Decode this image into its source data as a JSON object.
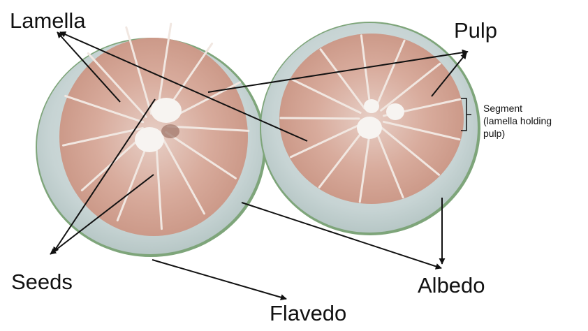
{
  "labels": {
    "lamella": "Lamella",
    "pulp": "Pulp",
    "segment_line1": "Segment",
    "segment_line2": "(lamella holding",
    "segment_line3": "pulp)",
    "seeds": "Seeds",
    "albedo": "Albedo",
    "flavedo": "Flavedo"
  },
  "colors": {
    "albedo": "#c9d6d6",
    "albedo_edge": "#a9bbbb",
    "flavedo_rim": "#6f9a6a",
    "pulp": "#d6a99a",
    "pulp_dark": "#b98b7e",
    "lamella": "#efe4dd",
    "core": "#f6f3f0",
    "arrow": "#111111"
  }
}
